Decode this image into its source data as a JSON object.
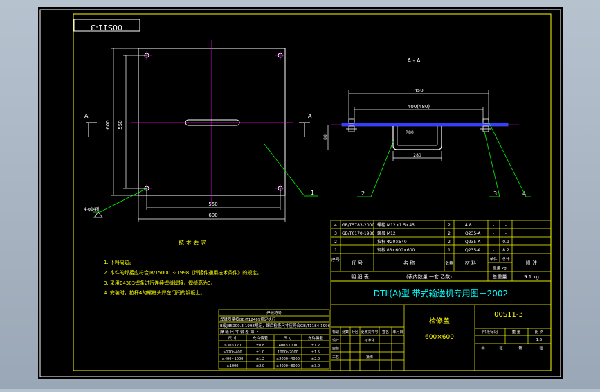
{
  "colors": {
    "background": "#000000",
    "frame": "#ffffff",
    "table_lines": "#ffff00",
    "outline": "#ffffff",
    "centerline": "#ff00ff",
    "dimension": "#ffffff",
    "leader": "#00ff00",
    "hatch": "#3b6bff",
    "text_yellow": "#ffff00",
    "text_white": "#ffffff",
    "text_cyan": "#00ffff"
  },
  "stamp_mirrored": "00S11-3",
  "section_label": "A - A",
  "section_marks": {
    "left": "A",
    "right": "A"
  },
  "dims_plan": {
    "width_outer": "600",
    "width_inner": "550",
    "height_outer": "600",
    "height_inner": "550"
  },
  "hole_note": "4-φ14孔",
  "dims_section": {
    "overall": "450",
    "inner": "400(480)",
    "handle": "280",
    "radius": "R80",
    "height": "88"
  },
  "item_numbers": [
    "1",
    "2",
    "3",
    "4"
  ],
  "tech_req": {
    "title": "技 术 要 求",
    "items": [
      "1. 下料周边。",
      "2. 本件的焊接应符合JB/T5000.3-1998《焊接件通用技术条件》的规定。",
      "3. 采用E4303焊条进行连续焊缝焊接，焊缝高为3。",
      "4. 安装时，拉杆4的螺柱头焊在门闩的钢板上。"
    ]
  },
  "weld_table": {
    "title": "焊缝符号",
    "rows": [
      "焊缝质量按GB/T12469规定执行",
      "B级JB5000.3-1998规定，焊后检查尺寸应符合GB/T1184-1996",
      "焊 缝 尺 寸 偏 差 如 下"
    ],
    "headers": [
      "尺 寸",
      "允许偏差",
      "尺 寸",
      "允许偏差"
    ],
    "data": [
      [
        "≥30~120",
        "±0.8",
        "400~1000",
        "±1.2"
      ],
      [
        "≥120~400",
        "±1.0",
        "1000~2000",
        "±1.5"
      ],
      [
        "≥400~1000",
        "±1.2",
        "≥2000~4000",
        "±2.0"
      ],
      [
        "≥1000",
        "±2.0",
        "≥4000~8000",
        "±3.0"
      ]
    ]
  },
  "parts": [
    {
      "no": "4",
      "code": "GB/T5783-2000",
      "name": "螺栓 M12×1.5×45",
      "qty": "2",
      "material": "4.8",
      "unit_weight": "-",
      "total_weight": "-"
    },
    {
      "no": "3",
      "code": "GB/T6170-1986",
      "name": "螺母 M12",
      "qty": "2",
      "material": "Q235-A",
      "unit_weight": "-",
      "total_weight": "-"
    },
    {
      "no": "2",
      "code": "",
      "name": "拉杆 Φ20×540",
      "qty": "2",
      "material": "Q235-A",
      "unit_weight": "-",
      "total_weight": "0.9"
    },
    {
      "no": "1",
      "code": "",
      "name": "钢板 δ3×600×600",
      "qty": "1",
      "material": "Q235-A",
      "unit_weight": "-",
      "total_weight": "8.2"
    }
  ],
  "parts_header": {
    "no": "序号",
    "code": "代 号",
    "name": "名 称",
    "qty": "数量",
    "material": "材 料",
    "unit_w": "单件",
    "total_w": "总计",
    "weight": "重量 kg",
    "remark": "附 注"
  },
  "detail_row": {
    "label": "明  细  表",
    "note": "(表内数量 一套 乙数)",
    "total_label": "总重量",
    "total_value": "9.1 kg"
  },
  "title_banner": "DTⅡ(A)型  带式输送机专用图－2002",
  "drawing_name": "检修盖",
  "drawing_size": "600×600",
  "drawing_code": "00S11-3",
  "stage_mark": "阶段标记",
  "weight_label": "重 量",
  "scale_label": "比 例",
  "scale_value": "1:5",
  "sheet": {
    "total": "共",
    "sheets": "张",
    "index": "第",
    "sheet": "张"
  },
  "sign_rows": {
    "r1": [
      "标记",
      "处数",
      "分区",
      "更改文件号",
      "签名",
      "年月日"
    ],
    "r2": [
      "设计",
      "",
      "",
      "标准化",
      "",
      ""
    ],
    "r3": [
      "审核",
      "",
      "",
      "",
      "",
      ""
    ],
    "r4": [
      "工艺",
      "",
      "",
      "批准",
      "",
      ""
    ]
  }
}
